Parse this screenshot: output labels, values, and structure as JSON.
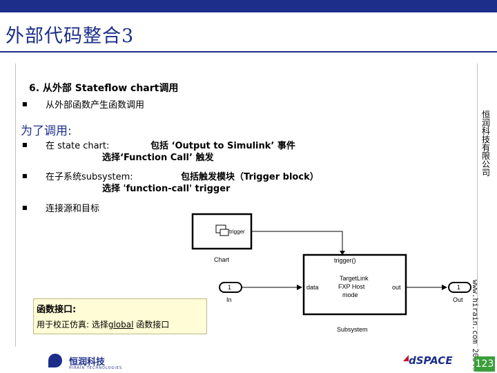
{
  "slide": {
    "title": "外部代码整合3",
    "heading": "6. 从外部 Stateflow chart调用",
    "bullet1": "从外部函数产生函数调用",
    "subheading": "为了调用:",
    "item1_a": "在 state chart:",
    "item1_b": "包括 ‘Output to Simulink’ 事件",
    "item1_c": "选择‘Function Call’ 触发",
    "item2_a": "在子系统subsystem:",
    "item2_b": "包括触发模块（Trigger block）",
    "item2_c": "选择 'function-call' trigger",
    "item3": "连接源和目标",
    "note_title": "函数接口:",
    "note_body_prefix": "用于校正仿真: 选择",
    "note_body_link": "global",
    "note_body_suffix": " 函数接口",
    "side_cn": "恒润科技有限公司",
    "side_url": "www.hirain.com 2004©",
    "page_number": "123"
  },
  "diagram": {
    "chart_block_label": "Chart",
    "chart_port": "trigger",
    "in_block_value": "1",
    "in_block_label": "In",
    "subsystem_trigger": "trigger()",
    "subsystem_in": "data",
    "subsystem_out": "out",
    "subsystem_text1": "TargetLink",
    "subsystem_text2": "FXP Host",
    "subsystem_text3": "mode",
    "subsystem_label": "Subsystem",
    "out_block_value": "1",
    "out_block_label": "Out"
  },
  "footer": {
    "hirain_name": "恒润科技",
    "hirain_sub": "HIRAIN TECHNOLOGIES",
    "dspace": "dSPACE"
  },
  "colors": {
    "accent": "#1c2e8a",
    "note_bg": "#fffcd6",
    "page_box": "#3a9f3a"
  }
}
